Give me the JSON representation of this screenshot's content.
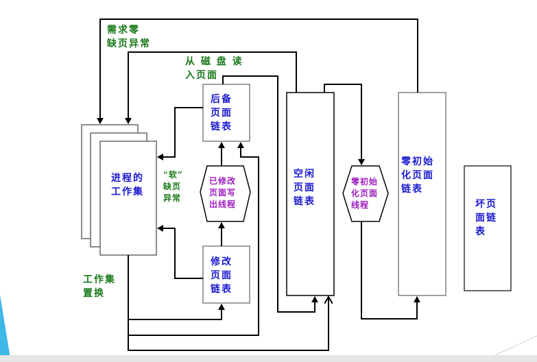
{
  "colors": {
    "box_label": "#1a1ad0",
    "thread_label": "#a020c0",
    "event_label": "#1a7a1a",
    "line": "#000000",
    "box_border": "#808080",
    "accent_corner": "#3eb8e6"
  },
  "nodes": {
    "working_set": {
      "label": "进程的\n工作集"
    },
    "standby_list": {
      "label": "后备\n页面\n链表"
    },
    "modified_list": {
      "label": "修改\n页面\n链表"
    },
    "modified_writer": {
      "label": "已修改\n页面写\n出线程"
    },
    "free_list": {
      "label": "空闲\n页面\n链表"
    },
    "zero_thread": {
      "label": "零初始\n化页面\n线程"
    },
    "zeroed_list": {
      "label": "零初始\n化页面\n链表"
    },
    "bad_list": {
      "label": "坏页\n面链\n表"
    }
  },
  "edge_labels": {
    "demand_zero_fault": "需求零\n缺页异常",
    "read_from_disk": "从 磁 盘 读\n入页面",
    "soft_fault": "“软”\n缺页\n异常",
    "working_set_replacement": "工作集\n置换"
  }
}
